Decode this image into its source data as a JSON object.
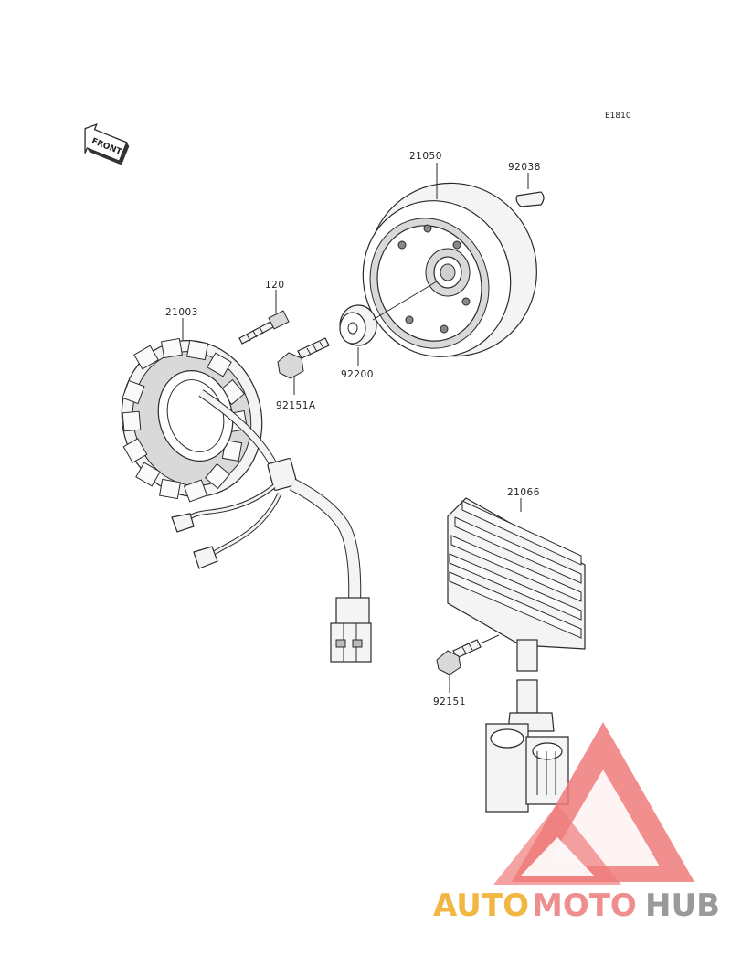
{
  "diagram": {
    "code": "E1810",
    "front_label": "FRONT",
    "parts": [
      {
        "number": "21050"
      },
      {
        "number": "92038"
      },
      {
        "number": "120"
      },
      {
        "number": "21003"
      },
      {
        "number": "92200"
      },
      {
        "number": "92151A"
      },
      {
        "number": "21066"
      },
      {
        "number": "92151"
      }
    ]
  },
  "watermark": {
    "part1": "AUTO",
    "part2": "MOTO",
    "part3": "HUB",
    "colors": {
      "auto": "#f2b642",
      "moto": "#ef8e8e",
      "hub": "#9a9a9a",
      "triangle": "#ef7b7b"
    }
  }
}
